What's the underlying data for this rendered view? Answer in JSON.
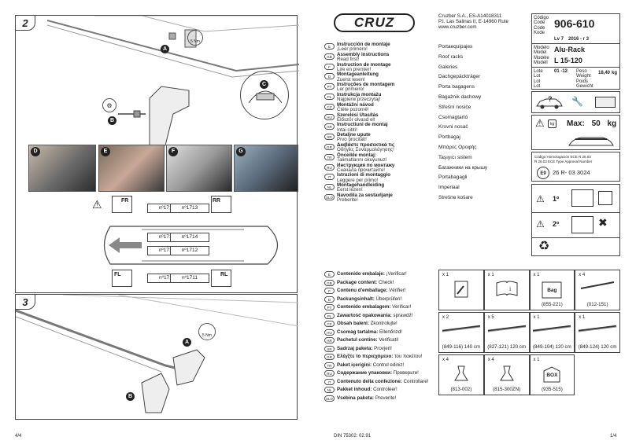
{
  "left_page": {
    "step2_label": "2",
    "step3_label": "3",
    "page_num": "4/4",
    "labels": {
      "a": "A",
      "b": "B",
      "c": "C",
      "d": "D",
      "e": "E",
      "f": "F",
      "g": "G"
    },
    "torque": "5 Nm",
    "corner_labels": {
      "fr": "FR",
      "rr": "RR",
      "fl": "FL",
      "rl": "RL"
    },
    "positions": [
      "nº1713",
      "nº1713",
      "nº1714",
      "nº1714",
      "nº1712",
      "nº1712",
      "nº1711",
      "nº1711"
    ]
  },
  "right_page": {
    "brand": "CRUZ",
    "company": "Cruzber S.A., ES-A14018311",
    "address": "P.I. Las Salinas II, E-14960 Rute",
    "website": "www.cruzber.com",
    "code_labels": [
      "Código",
      "Code",
      "Code",
      "Kode"
    ],
    "code_value": "906-610",
    "lv": "Lv 7",
    "year": "2016 - r 3",
    "model_labels": [
      "Modelo",
      "Model",
      "Modèle",
      "Modell"
    ],
    "model_name": "Alu-Rack",
    "model_size": "L 15-120",
    "lote_labels": [
      "Lote",
      "Lot",
      "Lot",
      "Lot"
    ],
    "lote_value": "01 -12",
    "peso_labels": [
      "Peso",
      "Weight",
      "Poids",
      "Gewicht"
    ],
    "weight_value": "18,40",
    "weight_unit": "kg",
    "max_label": "Max:",
    "max_value": "50",
    "max_unit": "kg",
    "homolog_line1": "Código Homologación ECE R 26.03",
    "homolog_line2": "R 26.03 ECE Type Approval Number",
    "e_mark": "E9",
    "approval_number": "26 R- 03 3024",
    "warn1": "1º",
    "warn2": "2º",
    "footer_din": "DIN 75302: 02.91",
    "footer_page": "1/4",
    "languages": [
      {
        "code": "E",
        "title": "Instrucción de montaje",
        "sub": "¡Leer primero!",
        "product": "Portaequipajes"
      },
      {
        "code": "GB",
        "title": "Assembly instructions",
        "sub": "Read first!",
        "product": "Roof racks"
      },
      {
        "code": "F",
        "title": "Instruction de montage",
        "sub": "Lire en premier!",
        "product": "Galeries"
      },
      {
        "code": "D",
        "title": "Montageanleitung",
        "sub": "Zuerst lesen!",
        "product": "Dachgepäckträger"
      },
      {
        "code": "PT",
        "title": "Instruções de montagem",
        "sub": "Ler primeiro!",
        "product": "Porta bagagens"
      },
      {
        "code": "PL",
        "title": "Instrukcja montażu",
        "sub": "Najpierw przeczytaj!",
        "product": "Bagażnik dachowy"
      },
      {
        "code": "CZ",
        "title": "Montážní návod",
        "sub": "Čtěte pozorně!",
        "product": "Střešní nosiče"
      },
      {
        "code": "HU",
        "title": "Szerelési Utasítás",
        "sub": "Először olvasd el!",
        "product": "Csomagtartó"
      },
      {
        "code": "HR",
        "title": "Instructiuni de montaj",
        "sub": "Intai cititi!",
        "product": "Krovni nosač"
      },
      {
        "code": "SR",
        "title": "Detaljne upute",
        "sub": "Prvo procitati!",
        "product": "Portbagaj"
      },
      {
        "code": "GR",
        "title": "Διαβάστε προσεκτικά τις",
        "sub": "Οδηγίες Συναρμολόγησης!",
        "product": "Μπάρες Οροφής"
      },
      {
        "code": "TR",
        "title": "Önceikle montaj:",
        "sub": "Talimatlarını okuyunuz!",
        "product": "Taşıyıcı sistem"
      },
      {
        "code": "RU",
        "title": "Инструкция по монтажу",
        "sub": "Сначала прочитайте!",
        "product": "Багажники на крышу"
      },
      {
        "code": "IT",
        "title": "Istruzioni di montaggio",
        "sub": "Leggere per primo!",
        "product": "Portabagagli"
      },
      {
        "code": "NL",
        "title": "Montagehandleiding",
        "sub": "Eerst lezen!",
        "product": "Imperiaal"
      },
      {
        "code": "SLO",
        "title": "Navodila za sestavljanje",
        "sub": "Preberite!",
        "product": "Strešne košare"
      }
    ],
    "contents": [
      {
        "code": "E",
        "label": "Contenido embalaje:",
        "value": "¡Verificar!"
      },
      {
        "code": "GB",
        "label": "Package content:",
        "value": "Check!"
      },
      {
        "code": "F",
        "label": "Contenu d'emballage:",
        "value": "Vérifier!"
      },
      {
        "code": "D",
        "label": "Packungsinhalt:",
        "value": "Überprüfen!"
      },
      {
        "code": "PT",
        "label": "Contenido embalagem:",
        "value": "Verificar!"
      },
      {
        "code": "PL",
        "label": "Zawartość opakowania:",
        "value": "sprawdź!"
      },
      {
        "code": "CZ",
        "label": "Obsah baleni:",
        "value": "Zkontrolujte!"
      },
      {
        "code": "HU",
        "label": "Csomag tartalma:",
        "value": "Ellenőrizd!"
      },
      {
        "code": "HR",
        "label": "Pachetul contine:",
        "value": "Verificati!"
      },
      {
        "code": "SR",
        "label": "Sadrzaj paketa:",
        "value": "Provjeri!"
      },
      {
        "code": "GR",
        "label": "Ελέγξτε το περιεχόμενο:",
        "value": "του πακέτου!"
      },
      {
        "code": "TR",
        "label": "Paket içerigini:",
        "value": "Control ediniz!"
      },
      {
        "code": "RU",
        "label": "Содержание упаковки:",
        "value": "Проверьте!"
      },
      {
        "code": "IT",
        "label": "Contenuto della confezione:",
        "value": "Controllare!"
      },
      {
        "code": "NL",
        "label": "Pakket inhoud:",
        "value": "Controleer!"
      },
      {
        "code": "SLO",
        "label": "Vsebina paketa:",
        "value": "Preverite!"
      }
    ],
    "parts": [
      {
        "qty": "x 1",
        "pn": "",
        "icon": "instruction-sheet-icon"
      },
      {
        "qty": "x 1",
        "pn": "",
        "icon": "info-book-icon"
      },
      {
        "qty": "x 1",
        "pn": "(855-221)",
        "icon": "bag-icon",
        "text": "Bag"
      },
      {
        "qty": "x 4",
        "pn": "(012-151)",
        "icon": "pin-icon"
      },
      {
        "qty": "x 2",
        "pn": "(849-116) 140 cm",
        "icon": "bar-icon"
      },
      {
        "qty": "x 5",
        "pn": "(827-121) 120 cm",
        "icon": "bar-icon"
      },
      {
        "qty": "x 1",
        "pn": "(849-104) 120 cm",
        "icon": "bar-icon"
      },
      {
        "qty": "x 1",
        "pn": "(849-124) 120 cm",
        "icon": "bar-icon"
      },
      {
        "qty": "x 4",
        "pn": "(813-002)",
        "icon": "foot-icon"
      },
      {
        "qty": "x 4",
        "pn": "(815-300ZN)",
        "icon": "foot-icon"
      },
      {
        "qty": "x 1",
        "pn": "(935-515)",
        "icon": "box-icon",
        "text": "BOX"
      }
    ]
  }
}
